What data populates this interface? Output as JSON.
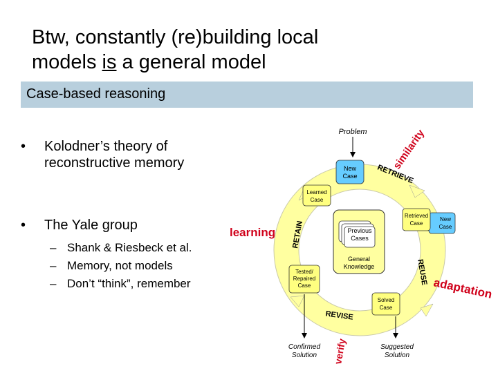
{
  "title": {
    "line1": "Btw, constantly (re)building local",
    "line2_pre": "models ",
    "line2_em": "is",
    "line2_post": " a general model"
  },
  "section": {
    "heading": "Case-based reasoning"
  },
  "bullets": [
    {
      "text": "Kolodner’s theory of reconstructive memory"
    },
    {
      "text": "The Yale group"
    }
  ],
  "subbullets": [
    "Shank & Riesbeck et al.",
    "Memory, not models",
    "Don’t “think”, remember"
  ],
  "diagram": {
    "problem": "Problem",
    "new_case": [
      "New",
      "Case"
    ],
    "learned_case": [
      "Learned",
      "Case"
    ],
    "retrieved_case": [
      "Retrieved",
      "Case"
    ],
    "new_case_small": [
      "New",
      "Case"
    ],
    "previous_cases": [
      "Previous",
      "Cases"
    ],
    "general_knowledge": [
      "General",
      "Knowledge"
    ],
    "tested_case": [
      "Tested/",
      "Repaired",
      "Case"
    ],
    "solved_case": [
      "Solved",
      "Case"
    ],
    "confirmed_solution": [
      "Confirmed",
      "Solution"
    ],
    "suggested_solution": [
      "Suggested",
      "Solution"
    ],
    "retrieve": "RETRIEVE",
    "retain": "RETAIN",
    "reuse": "REUSE",
    "revise": "REVISE",
    "annot_similarity": "similarity",
    "annot_learning": "learning",
    "annot_adaptation": "adaptation",
    "annot_verify": "verify"
  },
  "colors": {
    "band": "#b8cfdd",
    "cycle": "#ffffa0",
    "box_yellow": "#ffff80",
    "box_blue": "#66ccff",
    "annotation": "#d0021b"
  }
}
